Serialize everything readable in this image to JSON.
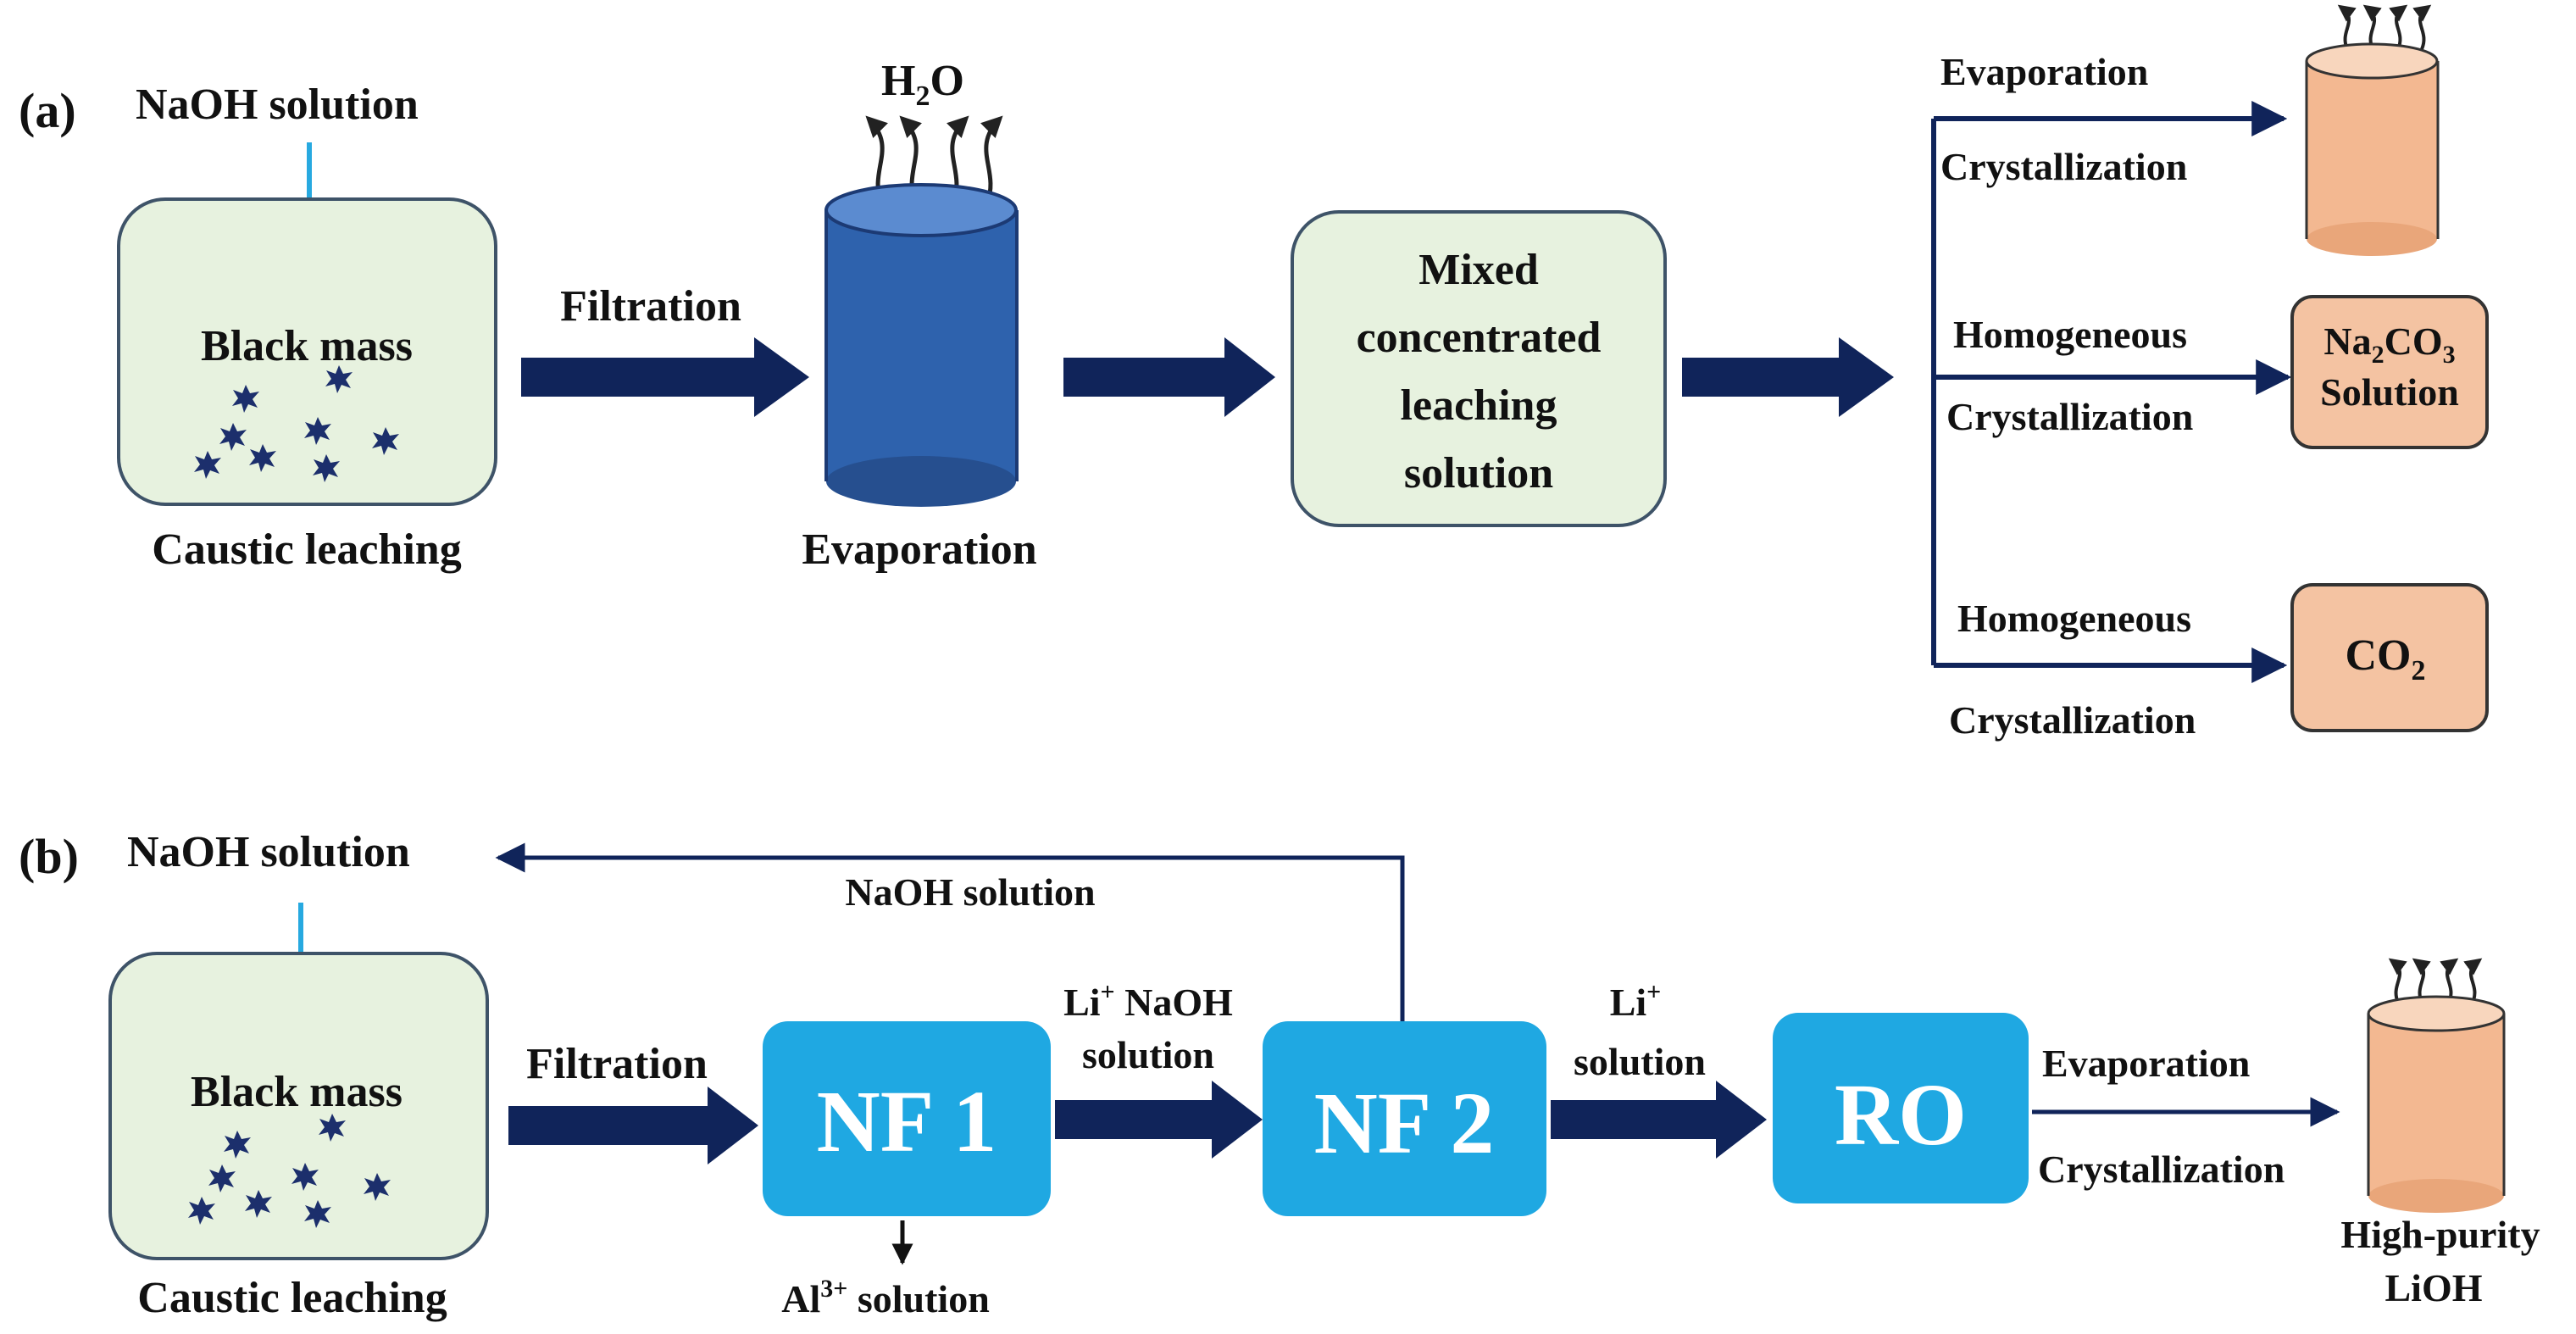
{
  "colors": {
    "box_green": "#e7f2df",
    "box_green_border": "#3e5368",
    "arrow_navy": "#10245a",
    "arrow_light_blue": "#27a9e0",
    "membrane_blue": "#1fa8e2",
    "cylinder_blue": "#2e62ad",
    "cylinder_orange": "#f3b891",
    "product_orange": "#f4c3a2",
    "particle": "#1c2f6c"
  },
  "panel_a": {
    "label": "(a)",
    "naoh_input": "NaOH solution",
    "black_mass": "Black mass",
    "caustic_leaching": "Caustic leaching",
    "filtration": "Filtration",
    "h2o_main": "H",
    "h2o_sub": "2",
    "h2o_tail": "O",
    "evaporation": "Evaporation",
    "mixed_line1": "Mixed",
    "mixed_line2": "concentrated",
    "mixed_line3": "leaching",
    "mixed_line4": "solution",
    "branch1_top": "Evaporation",
    "branch1_bottom": "Crystallization",
    "branch2_top": "Homogeneous",
    "branch2_bottom": "Crystallization",
    "na2co3_na": "Na",
    "na2co3_sub1": "2",
    "na2co3_co": "CO",
    "na2co3_sub2": "3",
    "na2co3_line2": "Solution",
    "branch3_top": "Homogeneous",
    "branch3_bottom": "Crystallization",
    "co2_main": "CO",
    "co2_sub": "2"
  },
  "panel_b": {
    "label": "(b)",
    "naoh_input": "NaOH solution",
    "recycle_label": "NaOH solution",
    "black_mass": "Black mass",
    "caustic_leaching": "Caustic leaching",
    "filtration": "Filtration",
    "nf1": "NF 1",
    "al_main": "Al",
    "al_sup": "3+",
    "al_tail": " solution",
    "li_naoh_li": "Li",
    "li_naoh_sup": "+",
    "li_naoh_tail": " NaOH",
    "li_naoh_line2": "solution",
    "nf2": "NF 2",
    "li_li": "Li",
    "li_sup": "+",
    "li_line2": "solution",
    "ro": "RO",
    "evaporation": "Evaporation",
    "crystallization": "Crystallization",
    "product_line1": "High-purity",
    "product_line2": "LiOH"
  }
}
